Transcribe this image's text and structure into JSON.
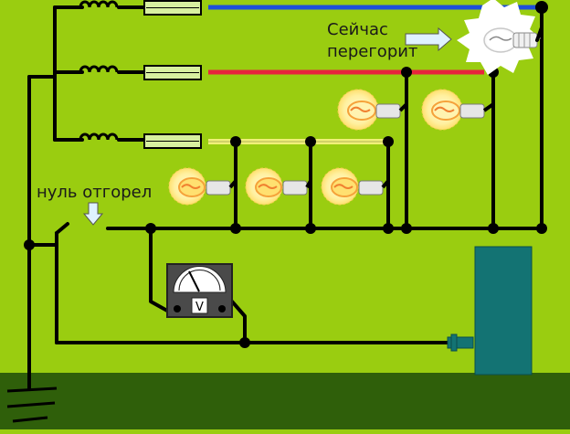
{
  "labels": {
    "warning_line1": "Сейчас",
    "warning_line2": "перегорит",
    "neutral_burned": "нуль отгорел",
    "meter_unit": "V"
  },
  "colors": {
    "background": "#9acd10",
    "ground": "#2f5f0a",
    "wire_black": "#000000",
    "phase_blue": "#1f4fd8",
    "phase_red": "#e8253c",
    "phase_yellow": "#f0f078",
    "fuse_fill": "#d8f0a0",
    "lamp_glow": "#ffef9a",
    "lamp_hot": "#f5a23a",
    "lamp_socket": "#e6e6e6",
    "panel": "#137373",
    "meter_body": "#4a4a4a",
    "meter_face": "#ffffff",
    "arrow_fill": "#dff2ff"
  },
  "icons": [
    "inductor-coil",
    "fuse",
    "light-bulb",
    "voltmeter",
    "ground-symbol",
    "distribution-panel",
    "arrow"
  ]
}
